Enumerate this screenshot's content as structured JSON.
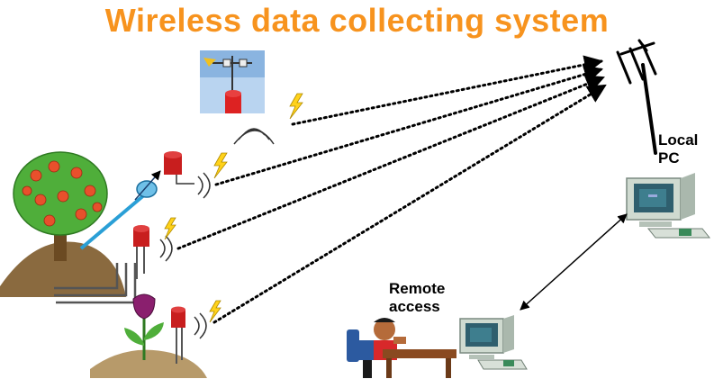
{
  "title": "Wireless data collecting system",
  "labels": {
    "local_pc_line1": "Local",
    "local_pc_line2": "PC",
    "remote_line1": "Remote",
    "remote_line2": "access"
  },
  "colors": {
    "title": "#f7931e",
    "link": "#000000",
    "sensor": "#c81e1e",
    "tree_foliage": "#4fae3a",
    "fruit": "#e8502c",
    "soil": "#8a6a3f",
    "screen": "#2f5f6e",
    "monitor": "#cfdad0",
    "lightning": "#ffd21a",
    "cable": "#2a9fd6"
  },
  "icons": [
    "antenna-tower-icon",
    "weather-station-icon",
    "tree-icon",
    "flower-icon",
    "soil-sensor-icon",
    "computer-icon",
    "person-icon",
    "lightning-icon",
    "signal-waves-icon"
  ]
}
